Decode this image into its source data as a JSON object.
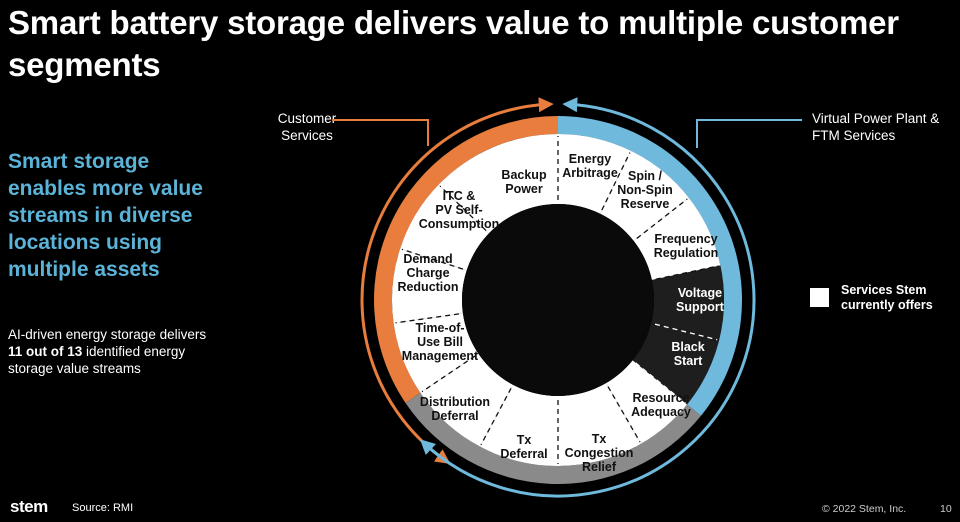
{
  "title": "Smart battery storage delivers value to multiple customer segments",
  "subhead": "Smart storage enables more value streams in diverse locations using multiple assets",
  "body": {
    "prefix": "AI-driven energy storage delivers ",
    "highlight": "11 out of 13",
    "suffix": " identified energy storage value streams"
  },
  "callouts": {
    "customer": "Customer Services",
    "vpp": "Virtual Power Plant & FTM Services"
  },
  "legend": {
    "label": "Services Stem currently offers"
  },
  "colors": {
    "customer": "#e87d3e",
    "vpp": "#6eb9dc",
    "grid": "#8a8a8a",
    "offered": "#ffffff",
    "not_offered": "#1e1e1e",
    "center": "#0a0a0a",
    "subhead": "#5cb3d8"
  },
  "segments": [
    {
      "label": [
        "Energy",
        "Arbitrage"
      ],
      "offered": true
    },
    {
      "label": [
        "Spin /",
        "Non-Spin",
        "Reserve"
      ],
      "offered": true
    },
    {
      "label": [
        "Frequency",
        "Regulation"
      ],
      "offered": true
    },
    {
      "label": [
        "Voltage",
        "Support"
      ],
      "offered": false
    },
    {
      "label": [
        "Black",
        "Start"
      ],
      "offered": false
    },
    {
      "label": [
        "Resource",
        "Adequacy"
      ],
      "offered": true
    },
    {
      "label": [
        "Tx",
        "Congestion",
        "Relief"
      ],
      "offered": true
    },
    {
      "label": [
        "Tx",
        "Deferral"
      ],
      "offered": true
    },
    {
      "label": [
        "Distribution",
        "Deferral"
      ],
      "offered": true
    },
    {
      "label": [
        "Time-of-",
        "Use Bill",
        "Management"
      ],
      "offered": true
    },
    {
      "label": [
        "Demand",
        "Charge",
        "Reduction"
      ],
      "offered": true
    },
    {
      "label": [
        "ITC &",
        "PV Self-",
        "Consumption"
      ],
      "offered": true
    },
    {
      "label": [
        "Backup",
        "Power"
      ],
      "offered": true
    }
  ],
  "footer": {
    "logo": "stem",
    "source": "Source: RMI",
    "copyright": "© 2022 Stem, Inc.",
    "page": "10"
  }
}
